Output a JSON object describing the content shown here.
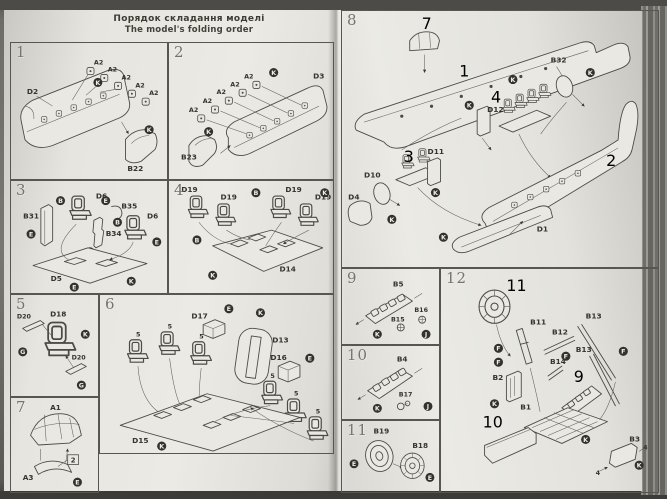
{
  "title": {
    "uk": "Порядок складання моделі",
    "en": "The model's folding order"
  },
  "colors": {
    "paper": "#e9e8e2",
    "ink": "#4b4a44",
    "backdrop": "#787771",
    "badge_fill": "#33322c",
    "badge_text": "#eeede7"
  },
  "steps": {
    "s1": {
      "num": "1",
      "d2": "D2",
      "a2": "A2",
      "b22": "B22",
      "k": "K"
    },
    "s2": {
      "num": "2",
      "a2": "A2",
      "d3": "D3",
      "b23": "B23",
      "k": "K"
    },
    "s3": {
      "num": "3",
      "b31": "B31",
      "b34": "B34",
      "b35": "B35",
      "d6": "D6",
      "d5": "D5",
      "b": "B",
      "e": "E",
      "k": "K"
    },
    "s4": {
      "num": "4",
      "d19": "D19",
      "d14": "D14",
      "b": "B",
      "k": "K"
    },
    "s5": {
      "num": "5",
      "d18": "D18",
      "d20": "D20",
      "g": "G",
      "k": "K"
    },
    "s6": {
      "num": "6",
      "d13": "D13",
      "d15": "D15",
      "d16": "D16",
      "d17": "D17",
      "seat_ref": "5",
      "e": "E",
      "k": "K"
    },
    "s7": {
      "num": "7",
      "a1": "A1",
      "a3": "A3",
      "ref2": "2",
      "e": "E"
    },
    "s8": {
      "num": "8",
      "ref1": "1",
      "ref2": "2",
      "ref3": "3",
      "ref4": "4",
      "ref7": "7",
      "b32": "B32",
      "d1": "D1",
      "d4": "D4",
      "d10": "D10",
      "d11": "D11",
      "d12": "D12",
      "k": "K"
    },
    "s9": {
      "num": "9",
      "b5": "B5",
      "b15": "B15",
      "b16": "B16",
      "j": "J",
      "k": "K"
    },
    "s10": {
      "num": "10",
      "b4": "B4",
      "b17": "B17",
      "j": "J",
      "k": "K"
    },
    "s11": {
      "num": "11",
      "b18": "B18",
      "b19": "B19",
      "e": "E"
    },
    "s12": {
      "num": "12",
      "ref9": "9",
      "ref10": "10",
      "ref11": "11",
      "ref4": "4",
      "b1": "B1",
      "b2": "B2",
      "b3": "B3",
      "b11": "B11",
      "b12": "B12",
      "b13": "B13",
      "b14": "B14",
      "f": "F",
      "k": "K"
    }
  }
}
